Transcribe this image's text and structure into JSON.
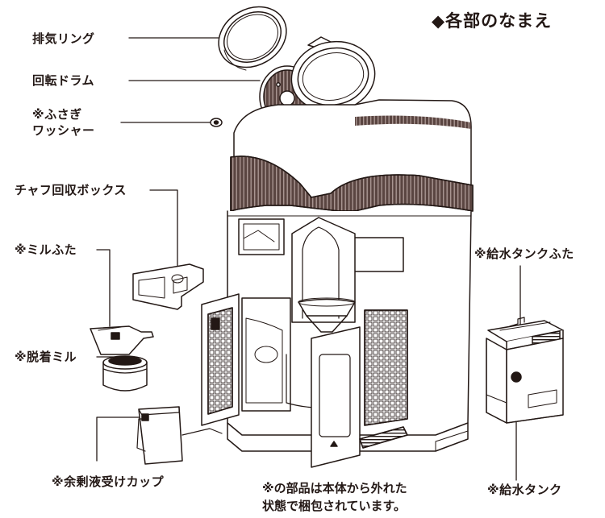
{
  "title": "◆各部のなまえ",
  "labels": {
    "exhaust_ring": "排気リング",
    "rotary_drum": "回転ドラム",
    "plug_washer_1": "※ふさぎ",
    "plug_washer_2": "ワッシャー",
    "chaff_box": "チャフ回収ボックス",
    "mill_lid": "※ミルふた",
    "detachable_mill": "※脱着ミル",
    "residue_cup": "※余剰液受けカップ",
    "tank_lid": "※給水タンクふた",
    "water_tank": "※給水タンク"
  },
  "note": {
    "line1": "※の部品は本体から外れた",
    "line2": "状態で梱包されています。"
  },
  "colors": {
    "ink": "#231815",
    "band": "#5a4541",
    "background": "#ffffff"
  }
}
